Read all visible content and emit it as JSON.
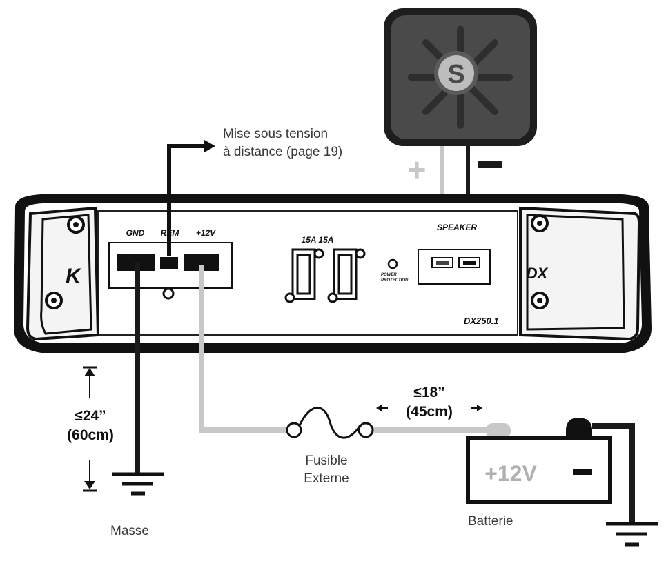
{
  "remote_label": {
    "line1": "Mise sous tension",
    "line2": "à distance (page 19)"
  },
  "terminals": {
    "gnd": "GND",
    "rem": "REM",
    "plus12": "+12V"
  },
  "fuses": {
    "label": "15A 15A"
  },
  "power_protection": {
    "line1": "POWER",
    "line2": "PROTECTION"
  },
  "speaker_terminal": {
    "label": "SPEAKER"
  },
  "model": "DX250.1",
  "badges": {
    "left": "K",
    "right": "DX"
  },
  "speaker_logo": "S",
  "polarity": {
    "plus": "+",
    "minus": "−"
  },
  "dim_ground": {
    "value": "≤24”",
    "metric": "(60cm)"
  },
  "dim_battery": {
    "value": "≤18”",
    "metric": "(45cm)"
  },
  "fuse_label": {
    "line1": "Fusible",
    "line2": "Externe"
  },
  "battery": {
    "plus_label": "+12V",
    "minus_label": "−",
    "caption": "Batterie"
  },
  "ground_label": "Masse",
  "colors": {
    "positive_wire": "#c8c8c8",
    "negative_wire": "#1a1a1a",
    "speaker_body": "#4a4a4a"
  }
}
